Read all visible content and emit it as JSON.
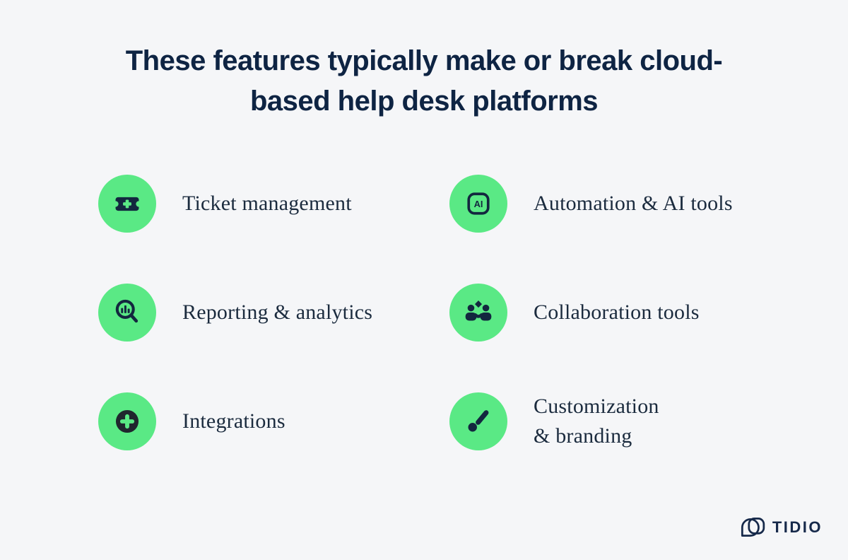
{
  "title": "These features typically make or break cloud-based help desk platforms",
  "title_lines": [
    "These features typically make or break cloud-",
    "based help desk platforms"
  ],
  "features": [
    {
      "icon": "ticket-icon",
      "label": "Ticket management",
      "label2": ""
    },
    {
      "icon": "ai-icon",
      "label": "Automation & AI tools",
      "label2": ""
    },
    {
      "icon": "report-search-icon",
      "label": "Reporting & analytics",
      "label2": ""
    },
    {
      "icon": "collaboration-icon",
      "label": "Collaboration tools",
      "label2": ""
    },
    {
      "icon": "plus-circle-icon",
      "label": "Integrations",
      "label2": ""
    },
    {
      "icon": "paintbrush-icon",
      "label": "Customization",
      "label2": "& branding"
    }
  ],
  "brand": {
    "name": "TIDIO"
  },
  "colors": {
    "background": "#f5f6f8",
    "accent_green": "#5ae985",
    "title_navy": "#0e2443",
    "label_slate": "#1b2b3e",
    "icon_dark": "#13273f",
    "integrations_dark": "#20262e",
    "logo_navy": "#16294a"
  }
}
